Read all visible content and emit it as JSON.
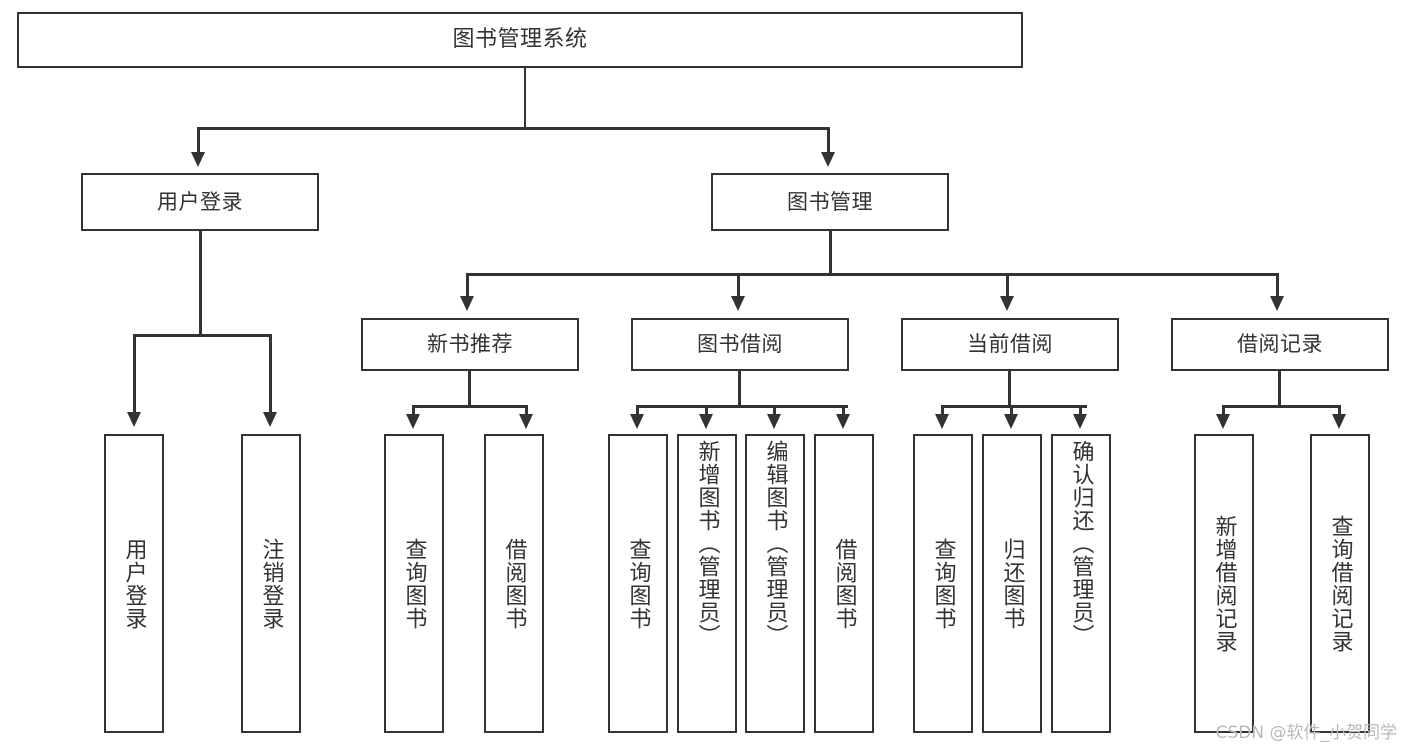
{
  "diagram": {
    "type": "tree",
    "title": "图书管理系统",
    "root": {
      "label": "图书管理系统"
    },
    "level1": [
      {
        "label": "用户登录"
      },
      {
        "label": "图书管理"
      }
    ],
    "level2": [
      {
        "label": "新书推荐"
      },
      {
        "label": "图书借阅"
      },
      {
        "label": "当前借阅"
      },
      {
        "label": "借阅记录"
      }
    ],
    "leaves": {
      "user_login": [
        {
          "label": "用户登录"
        },
        {
          "label": "注销登录"
        }
      ],
      "new_book_recommend": [
        {
          "label": "查询图书"
        },
        {
          "label": "借阅图书"
        }
      ],
      "book_borrow": [
        {
          "label": "查询图书"
        },
        {
          "label": "新增图书（管理员）"
        },
        {
          "label": "编辑图书（管理员）"
        },
        {
          "label": "借阅图书"
        }
      ],
      "current_borrow": [
        {
          "label": "查询图书"
        },
        {
          "label": "归还图书"
        },
        {
          "label": "确认归还（管理员）"
        }
      ],
      "borrow_record": [
        {
          "label": "新增借阅记录"
        },
        {
          "label": "查询借阅记录"
        }
      ]
    }
  },
  "watermark": {
    "text": "CSDN @软件_小贺同学"
  },
  "colors": {
    "stroke": "#333333",
    "fill": "#ffffff",
    "watermark": "#b9b9b9"
  }
}
